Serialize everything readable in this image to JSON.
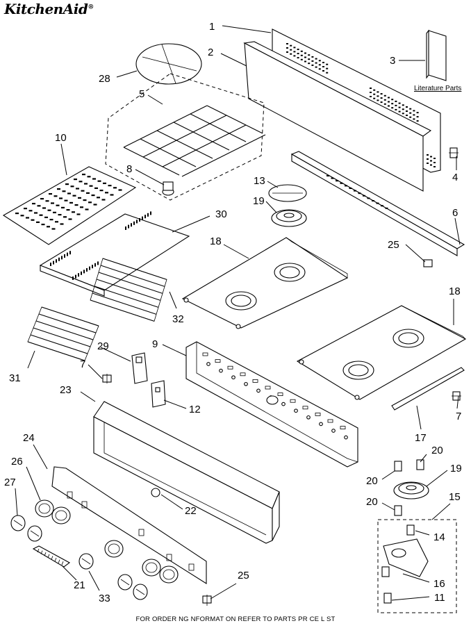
{
  "header": {
    "brand": "KitchenAid",
    "brand_mark": "®"
  },
  "literature_label": "Literature Parts",
  "footer_text": "FOR ORDER NG NFORMAT ON REFER TO PARTS PR CE L ST",
  "callouts": [
    "1",
    "2",
    "3",
    "4",
    "5",
    "6",
    "7",
    "7",
    "8",
    "9",
    "10",
    "11",
    "12",
    "13",
    "14",
    "15",
    "16",
    "17",
    "18",
    "18",
    "19",
    "19",
    "20",
    "20",
    "20",
    "21",
    "22",
    "23",
    "24",
    "25",
    "25",
    "26",
    "27",
    "28",
    "29",
    "30",
    "31",
    "32",
    "33"
  ]
}
